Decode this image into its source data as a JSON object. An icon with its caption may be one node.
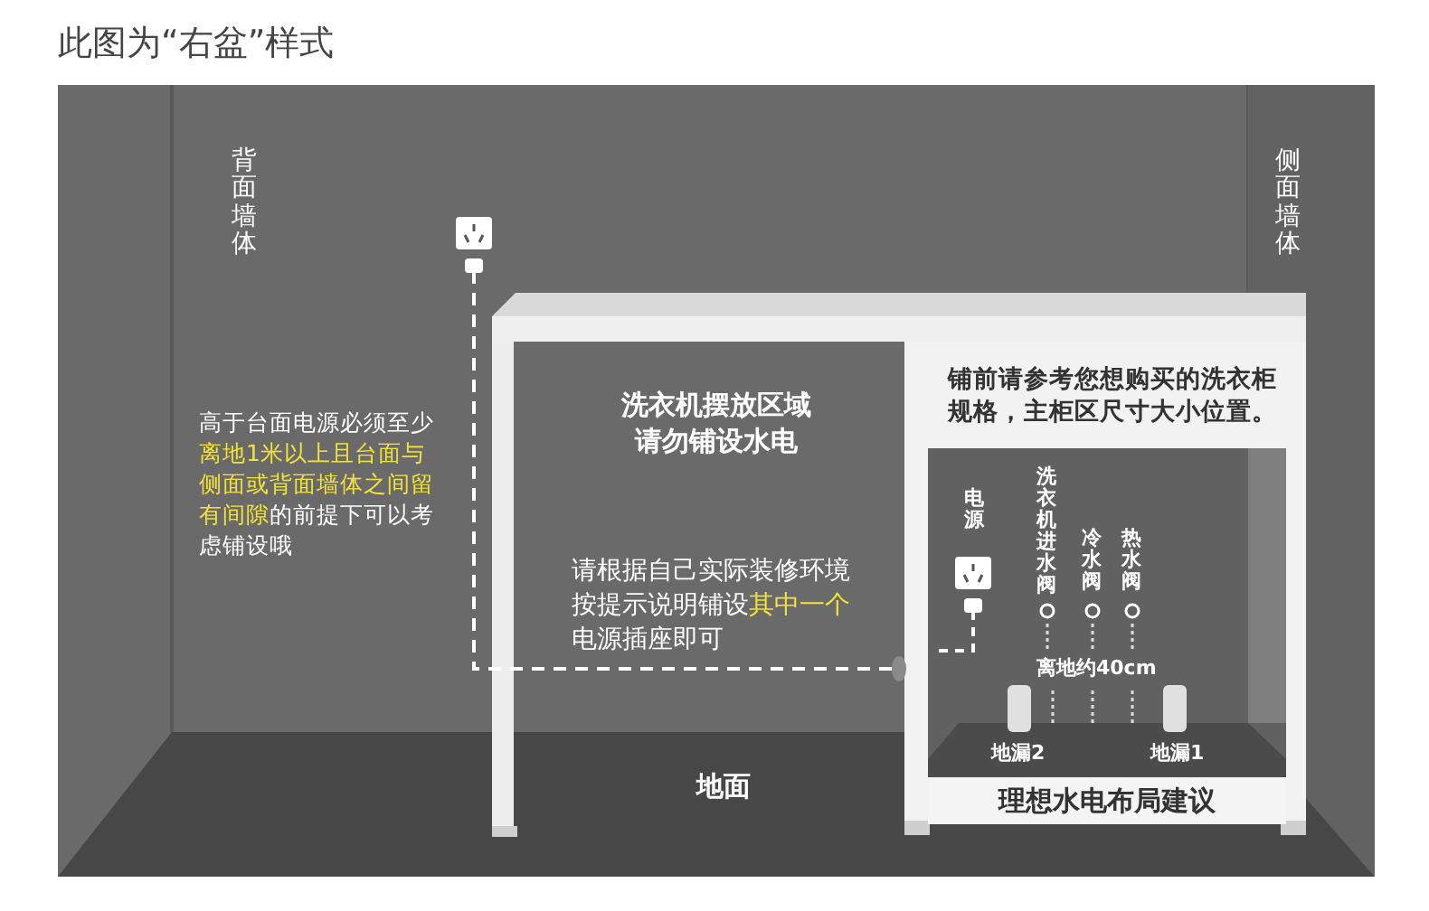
{
  "diagram": {
    "title": "此图为“右盆”样式",
    "labels": [
      "背面墙体",
      "侧面墙体",
      "高于台面电源必须至少**离地1米以上且台面与侧面或背面墙体之间留有间隙**的前提下可以考虑铺设哦",
      "洗衣机摆放区域请勿铺设水电",
      "请根据自己实际装修环境按提示说明铺设**其中一个**电源插座即可",
      "铺前请参考您想购买的洗衣柜规格，主柜区尺寸大小位置。",
      "电源",
      "洗衣机进水阀",
      "冷水阀",
      "热水阀",
      "离地约40cm",
      "地漏2",
      "地漏1",
      "理想水电布局建议",
      "地面"
    ]
  }
}
